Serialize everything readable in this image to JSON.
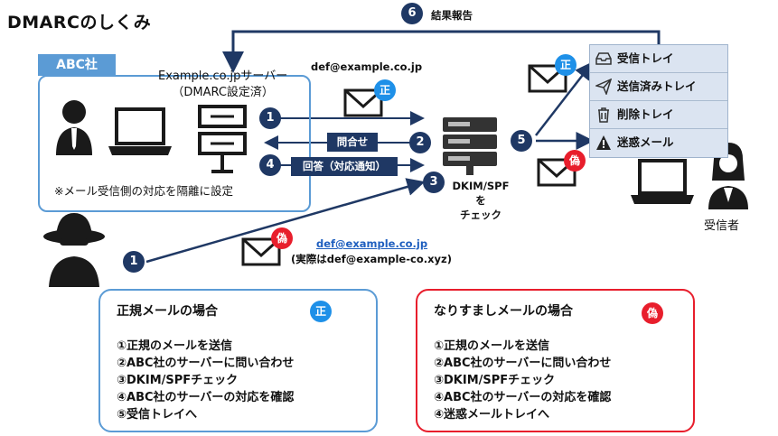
{
  "title": "DMARCのしくみ",
  "abc": {
    "tag": "ABC社",
    "server_name": "Example.co.jpサーバー",
    "server_note": "（DMARC設定済）",
    "note": "※メール受信側の対応を隔離に設定"
  },
  "flow": {
    "step1_num": "1",
    "step2_num": "2",
    "step2_label": "問合せ",
    "step3_num": "3",
    "step4_num": "4",
    "step4_label": "回答（対応通知）",
    "step5_num": "5",
    "step6_num": "6",
    "step6_label": "結果報告",
    "attack_num": "1"
  },
  "mail": {
    "legit_addr": "def@example.co.jp",
    "legit_badge": "正",
    "spoof_badge": "偽",
    "spoof_addr": "def@example.co.jp",
    "spoof_actual": "(実際はdef@example-co.xyz)"
  },
  "receiver": {
    "checker_label_1": "DKIM/SPFを",
    "checker_label_2": "チェック",
    "recipient_label": "受信者",
    "folders": [
      {
        "icon": "inbox-icon",
        "label": "受信トレイ"
      },
      {
        "icon": "sent-icon",
        "label": "送信済みトレイ"
      },
      {
        "icon": "trash-icon",
        "label": "削除トレイ"
      },
      {
        "icon": "warning-icon",
        "label": "迷惑メール"
      }
    ]
  },
  "legit_case": {
    "title": "正規メールの場合",
    "badge": "正",
    "steps": [
      "①正規のメールを送信",
      "②ABC社のサーバーに問い合わせ",
      "③DKIM/SPFチェック",
      "④ABC社のサーバーの対応を確認",
      "⑤受信トレイへ"
    ]
  },
  "spoof_case": {
    "title": "なりすましメールの場合",
    "badge": "偽",
    "steps": [
      "①正規のメールを送信",
      "②ABC社のサーバーに問い合わせ",
      "③DKIM/SPFチェック",
      "④ABC社のサーバーの対応を確認",
      "④迷惑メールトレイへ"
    ]
  },
  "colors": {
    "navy": "#1f3864",
    "blue": "#5b9bd5",
    "legit_badge": "#1e90e8",
    "spoof_badge": "#e81e2c"
  }
}
